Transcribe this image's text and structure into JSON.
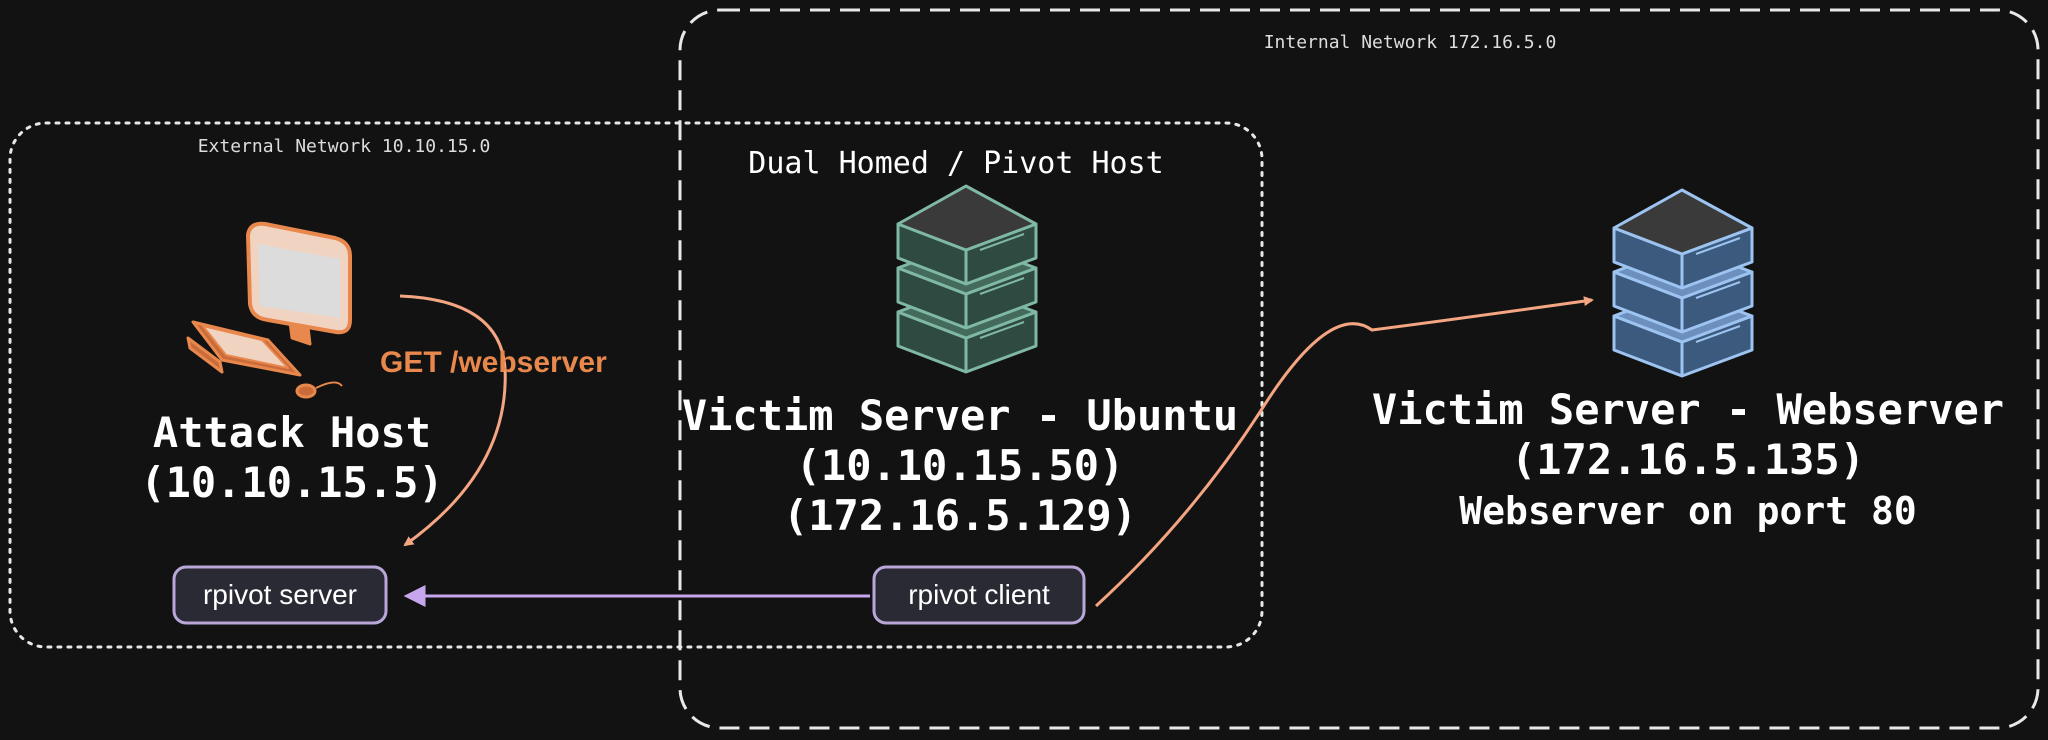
{
  "networks": {
    "internal_label": "Internal Network 172.16.5.0",
    "external_label": "External Network 10.10.15.0"
  },
  "attack_host": {
    "name": "Attack Host",
    "ip": "(10.10.15.5)",
    "icon": "computer-icon",
    "color": "#e8884d"
  },
  "pivot_host": {
    "role": "Dual Homed / Pivot Host",
    "name": "Victim Server - Ubuntu",
    "ip_external": "(10.10.15.50)",
    "ip_internal": "(172.16.5.129)",
    "icon": "server-stack-icon",
    "color": "#7fb8a4"
  },
  "webserver": {
    "name": "Victim Server - Webserver",
    "ip": "(172.16.5.135)",
    "service": "Webserver on port 80",
    "icon": "server-stack-icon",
    "color": "#9dc4f0"
  },
  "labels": {
    "get_request": "GET /webserver",
    "rpivot_server": "rpivot server",
    "rpivot_client": "rpivot client"
  },
  "colors": {
    "background": "#121212",
    "text": "#ffffff",
    "orange": "#e8884d",
    "arrow_orange": "#f4a582",
    "purple": "#c7a6ee",
    "badge_fill": "#2a2a35",
    "badge_stroke": "#b9a7d8"
  }
}
